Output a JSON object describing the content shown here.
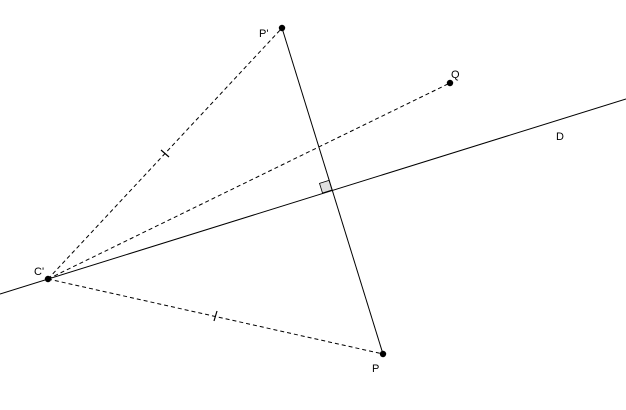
{
  "points": {
    "p_prime": "P'",
    "q": "Q",
    "c_prime": "C'",
    "p": "P"
  },
  "line_label": "D",
  "colors": {
    "stroke": "#000000",
    "right_angle_fill": "#e0e0e0"
  }
}
